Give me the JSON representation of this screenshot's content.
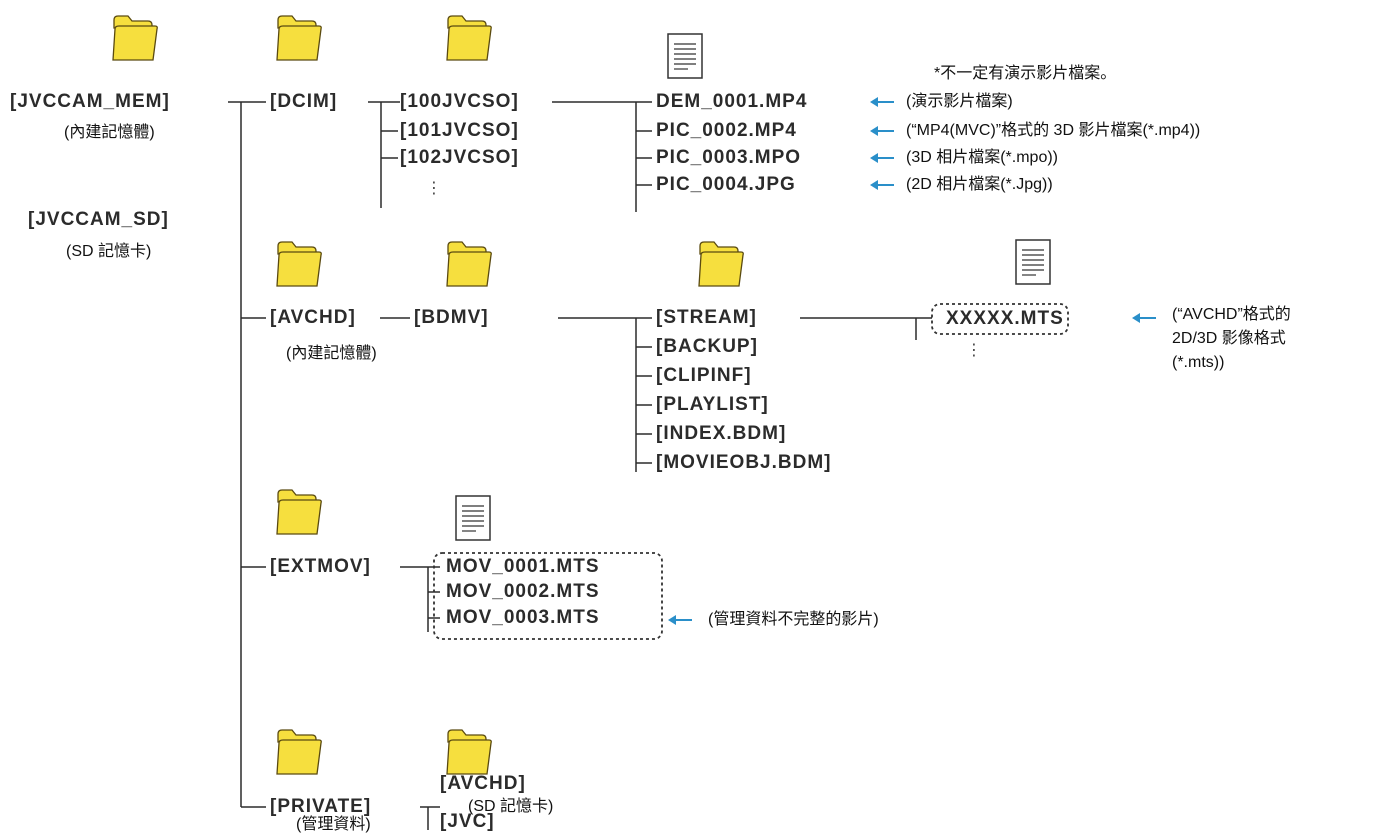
{
  "root_nodes": {
    "mem_label": "[JVCCAM_MEM]",
    "mem_sub": "(內建記憶體)",
    "sd_label": "[JVCCAM_SD]",
    "sd_sub": "(SD 記憶卡)"
  },
  "dcim": {
    "label": "[DCIM]",
    "subfolders": [
      "[100JVCSO]",
      "[101JVCSO]",
      "[102JVCSO]"
    ],
    "ellipsis": "⋮",
    "files": [
      "DEM_0001.MP4",
      "PIC_0002.MP4",
      "PIC_0003.MPO",
      "PIC_0004.JPG"
    ],
    "notes": [
      "(演示影片檔案)",
      "(“MP4(MVC)”格式的 3D 影片檔案(*.mp4))",
      "(3D 相片檔案(*.mpo))",
      "(2D 相片檔案(*.Jpg))"
    ],
    "footnote": "*不一定有演示影片檔案。"
  },
  "avchd": {
    "label": "[AVCHD]",
    "sub": "(內建記憶體)",
    "bdmv": "[BDMV]",
    "bdmv_children": [
      "[STREAM]",
      "[BACKUP]",
      "[CLIPINF]",
      "[PLAYLIST]",
      "[INDEX.BDM]",
      "[MOVIEOBJ.BDM]"
    ],
    "stream_file": "XXXXX.MTS",
    "ellipsis": "⋮",
    "note": [
      "(“AVCHD”格式的",
      "2D/3D 影像格式",
      "(*.mts))"
    ]
  },
  "extmov": {
    "label": "[EXTMOV]",
    "files": [
      "MOV_0001.MTS",
      "MOV_0002.MTS",
      "MOV_0003.MTS"
    ],
    "note": "(管理資料不完整的影片)"
  },
  "private": {
    "label": "[PRIVATE]",
    "sub": "(管理資料)",
    "avchd": "[AVCHD]",
    "avchd_sub": "(SD 記憶卡)",
    "jvc": "[JVC]"
  },
  "colors": {
    "folder_fill": "#f6df3e",
    "folder_stroke": "#5a4a10",
    "arrow": "#2a8fc9",
    "line": "#2b2b2b"
  }
}
